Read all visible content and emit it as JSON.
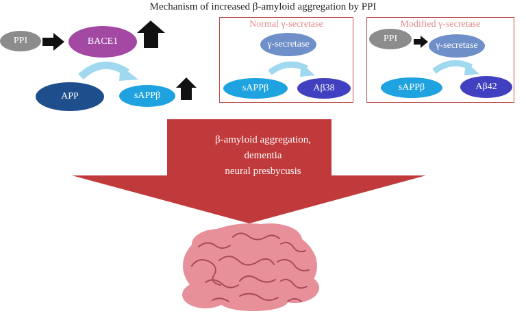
{
  "title": "Mechanism of increased β-amyloid aggregation by PPI",
  "left_panel": {
    "ppi": "PPI",
    "bace1": "BACE1",
    "app": "APP",
    "sapp": "sAPPβ"
  },
  "normal_box": {
    "title": "Normal γ-secretase",
    "enzyme": "γ-secretase",
    "substrate": "sAPPβ",
    "product": "Aβ38"
  },
  "modified_box": {
    "title": "Modified γ-secretase",
    "ppi": "PPI",
    "enzyme": "γ-secretase",
    "substrate": "sAPPβ",
    "product": "Aβ42"
  },
  "outcome": {
    "line1": "β-amyloid aggregation,",
    "line2": "dementia",
    "line3": "neural presbycusis"
  },
  "colors": {
    "gray": "#8c8c8c",
    "purple": "#a349a4",
    "dark_blue": "#1f4e8c",
    "sky": "#1fa3e0",
    "steel": "#6f8fc9",
    "indigo": "#4040c0",
    "curved_arrow": "#9fd8ef",
    "big_arrow": "#c0393b",
    "brain": "#e8909a"
  }
}
